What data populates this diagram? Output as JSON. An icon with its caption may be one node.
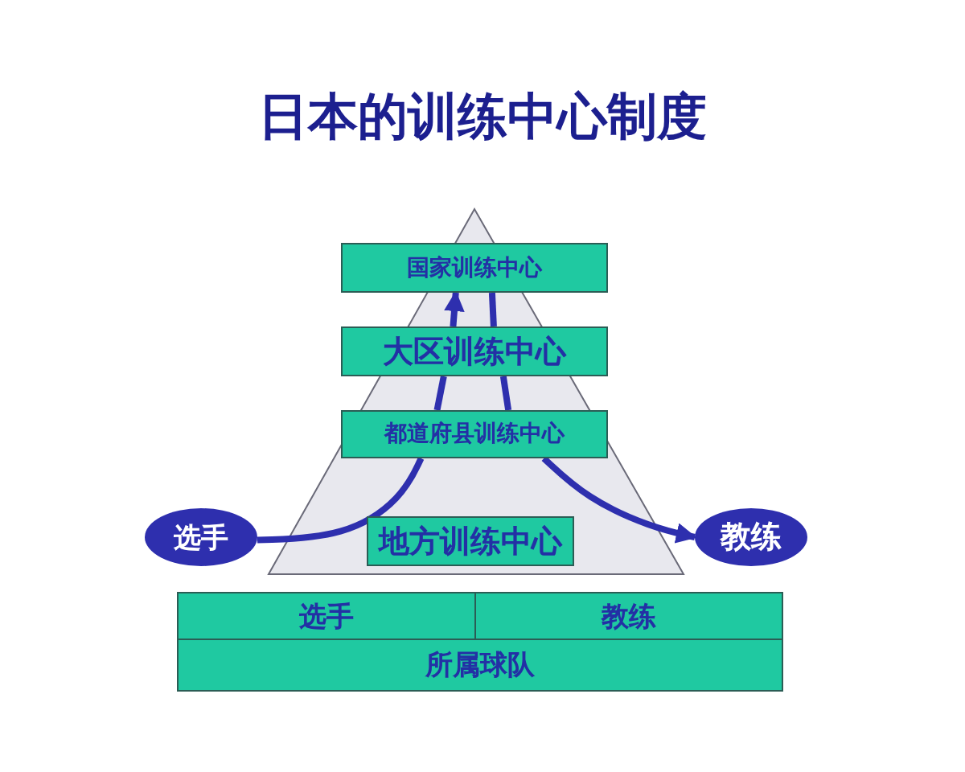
{
  "diagram": {
    "title": "日本的训练中心制度",
    "nodes": [
      {
        "text": [
          "国家训练中心"
        ]
      },
      {
        "text": [
          "大区训练中心"
        ]
      },
      {
        "text": [
          "都道府县训练中心"
        ]
      },
      {
        "text": [
          "选手"
        ]
      },
      {
        "text": [
          "地方训练中心"
        ]
      },
      {
        "text": [
          "教练"
        ]
      },
      {
        "text": [
          "选手"
        ]
      },
      {
        "text": [
          "教练"
        ]
      },
      {
        "text": [
          "所属球队"
        ]
      }
    ],
    "edges": [
      {
        "from": 3,
        "to": 2,
        "arrow": "none"
      },
      {
        "from": 2,
        "to": 1,
        "arrow": "none"
      },
      {
        "from": 1,
        "to": 0,
        "arrow": "to"
      },
      {
        "from": 0,
        "to": 1,
        "arrow": "none"
      },
      {
        "from": 1,
        "to": 2,
        "arrow": "none"
      },
      {
        "from": 2,
        "to": 5,
        "arrow": "to"
      }
    ]
  }
}
